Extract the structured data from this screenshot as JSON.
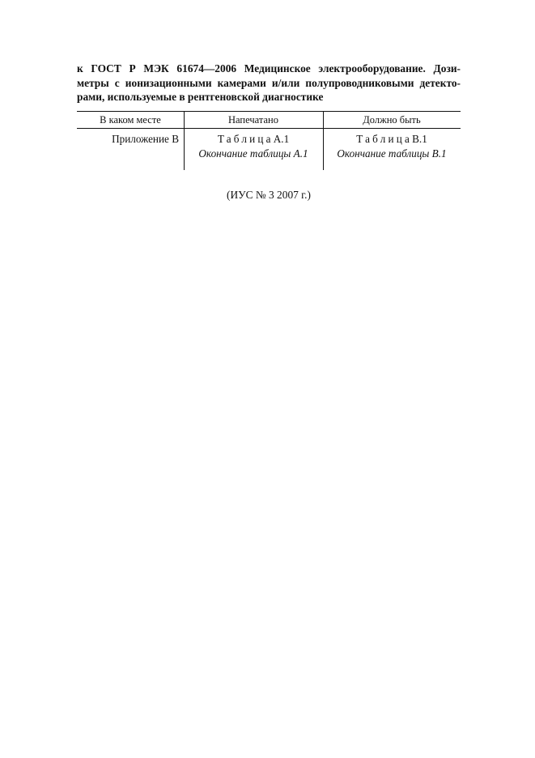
{
  "heading": {
    "line1": "к ГОСТ  Р МЭК 61674—2006 Медицинское электрооборудование. Дози-",
    "line2": "метры с ионизационными камерами и/или полупроводниковыми детекто-",
    "line3": "рами, используемые в рентгеновской диагностике"
  },
  "table": {
    "headers": [
      "В каком месте",
      "Напечатано",
      "Должно быть"
    ],
    "row": {
      "place": "Приложение В",
      "printed_prefix": "Таблица",
      "printed_ref": "А.1",
      "printed_note": "Окончание таблицы А.1",
      "should_prefix": "Таблица",
      "should_ref": "В.1",
      "should_note": "Окончание таблицы В.1"
    }
  },
  "footer": "(ИУС № 3  2007 г.)"
}
